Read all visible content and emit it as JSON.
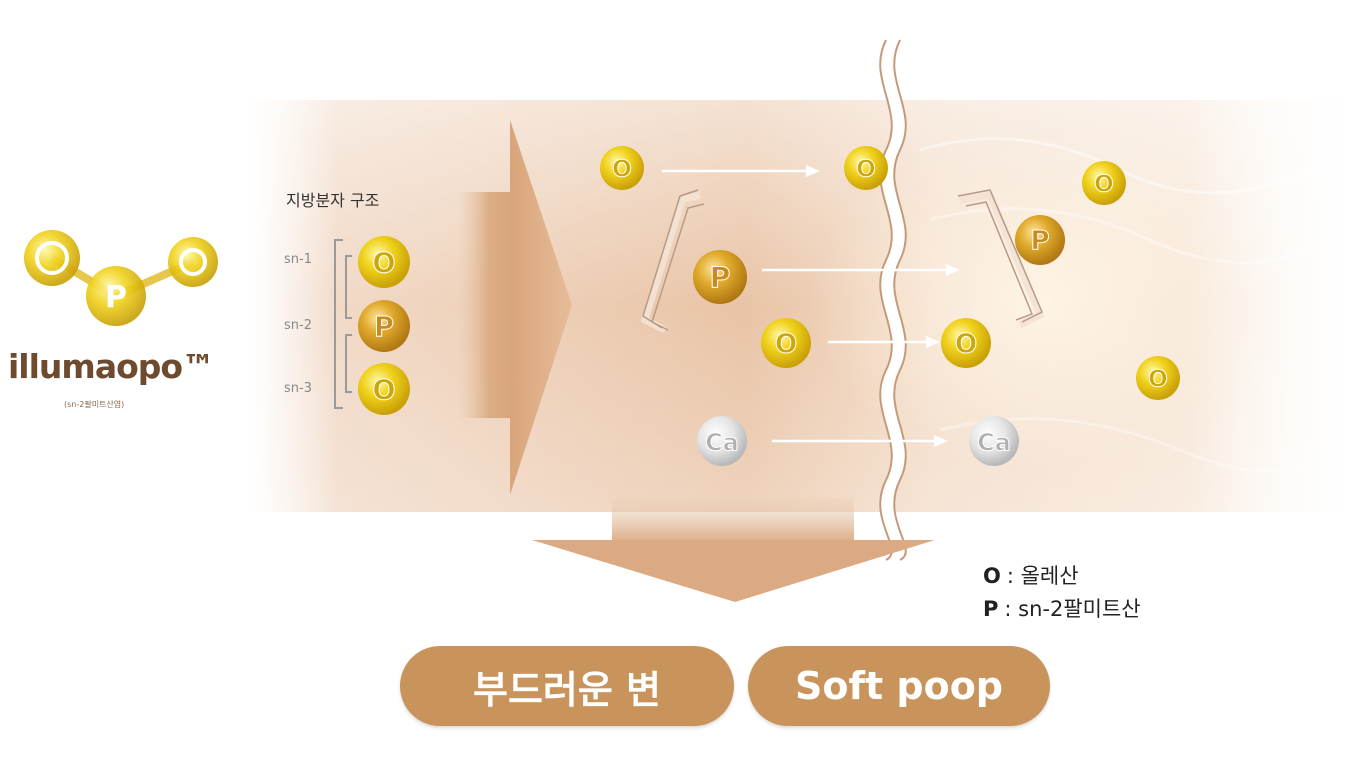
{
  "logo": {
    "brand": "illumaopo™",
    "sub": "(sn-2팔미트산염)"
  },
  "structure": {
    "title": "지방분자 구조",
    "positions": [
      "sn-1",
      "sn-2",
      "sn-3"
    ],
    "molecules": [
      "O",
      "P",
      "O"
    ]
  },
  "molecule_labels": {
    "oleic": "O",
    "palmitic": "P",
    "calcium": "Ca"
  },
  "legend": {
    "o_key": "O",
    "o_text": ": 올레산",
    "p_key": "P",
    "p_text": ": sn-2팔미트산"
  },
  "result": {
    "korean": "부드러운 변",
    "english": "Soft poop"
  },
  "colors": {
    "pill": "#c8945c",
    "oleic_ball": "#e6c414",
    "palmitic_ball": "#d4a02a",
    "calcium_ball": "#dcdcdc",
    "arrow": "#d7a67c"
  }
}
